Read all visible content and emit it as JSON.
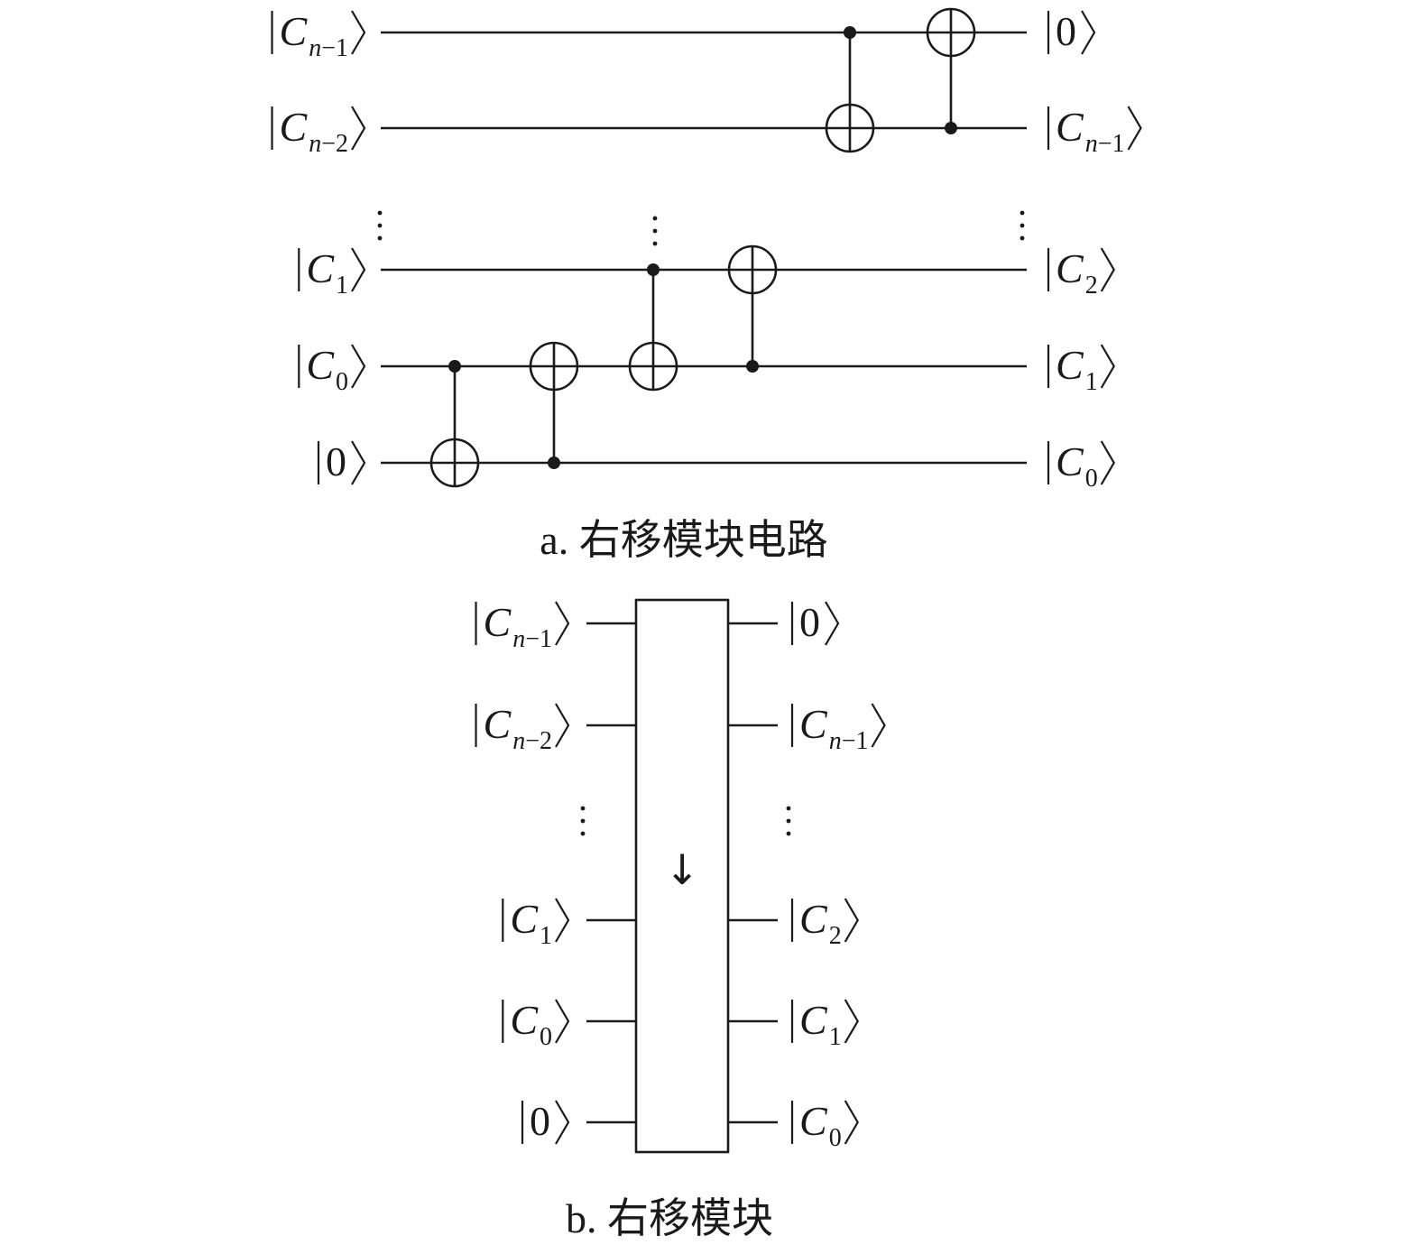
{
  "diagram_a": {
    "inputs": [
      {
        "base": "C",
        "sub": "n−1"
      },
      {
        "base": "C",
        "sub": "n−2"
      },
      {
        "base": "C",
        "sub": "1"
      },
      {
        "base": "C",
        "sub": "0"
      },
      {
        "base": "0",
        "sub": ""
      }
    ],
    "outputs": [
      {
        "base": "0",
        "sub": ""
      },
      {
        "base": "C",
        "sub": "n−1"
      },
      {
        "base": "C",
        "sub": "2"
      },
      {
        "base": "C",
        "sub": "1"
      },
      {
        "base": "C",
        "sub": "0"
      }
    ],
    "gates": [
      {
        "type": "cnot",
        "control": 3,
        "target": 4
      },
      {
        "type": "cnot",
        "control": 4,
        "target": 3
      },
      {
        "type": "cnot",
        "control": 2,
        "target": 3
      },
      {
        "type": "cnot",
        "control": 3,
        "target": 2
      },
      {
        "type": "cnot",
        "control": 0,
        "target": 1
      },
      {
        "type": "cnot",
        "control": 1,
        "target": 0
      }
    ],
    "caption": "a. 右移模块电路"
  },
  "diagram_b": {
    "inputs": [
      {
        "base": "C",
        "sub": "n−1"
      },
      {
        "base": "C",
        "sub": "n−2"
      },
      {
        "base": "C",
        "sub": "1"
      },
      {
        "base": "C",
        "sub": "0"
      },
      {
        "base": "0",
        "sub": ""
      }
    ],
    "outputs": [
      {
        "base": "0",
        "sub": ""
      },
      {
        "base": "C",
        "sub": "n−1"
      },
      {
        "base": "C",
        "sub": "2"
      },
      {
        "base": "C",
        "sub": "1"
      },
      {
        "base": "C",
        "sub": "0"
      }
    ],
    "box_symbol": "↓",
    "caption": "b. 右移模块"
  }
}
